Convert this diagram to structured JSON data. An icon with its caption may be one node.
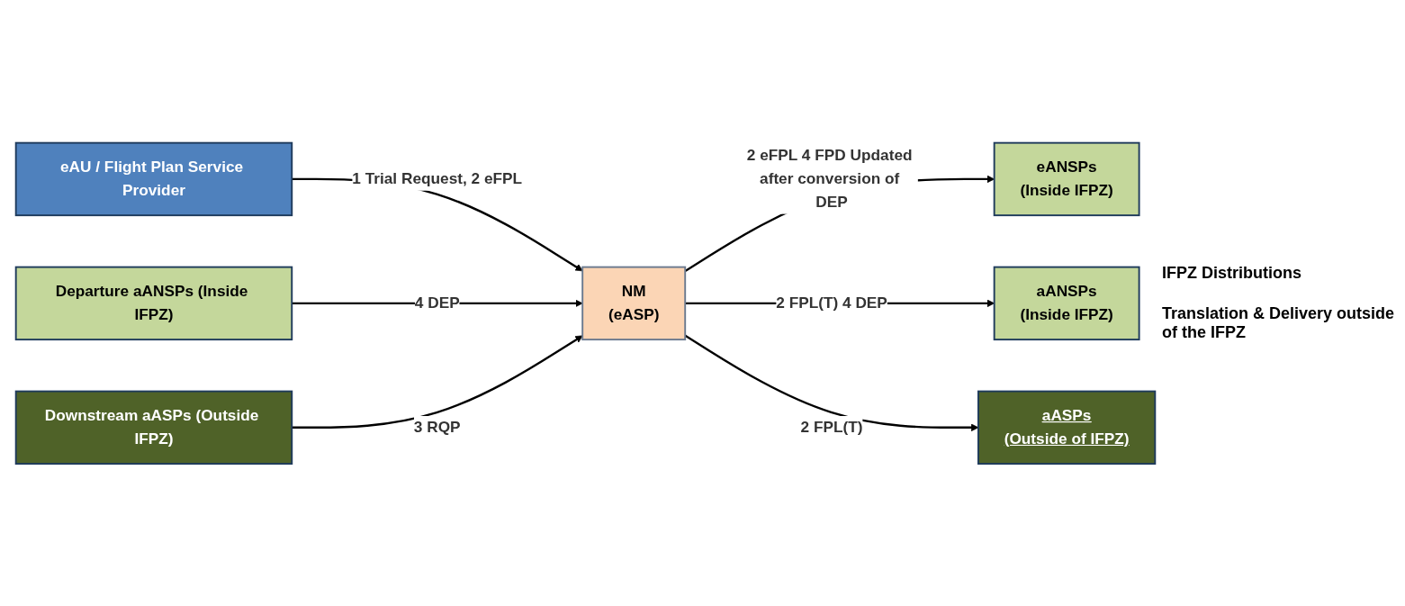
{
  "diagram": {
    "nodes": [
      {
        "text": [
          "eAU / Flight Plan Service Provider"
        ]
      },
      {
        "text": [
          "NM",
          "(eASP)"
        ]
      },
      {
        "text": [
          "Departure aANSPs (Inside IFPZ)"
        ]
      },
      {
        "text": [
          "Downstream aASPs (Outside IFPZ)"
        ]
      },
      {
        "text": [
          "eANSPs",
          "(Inside IFPZ)"
        ]
      },
      {
        "text": [
          "aANSPs",
          "(Inside IFPZ)"
        ]
      },
      {
        "text": [
          "aASPs",
          "(Outside of IFPZ)"
        ]
      }
    ],
    "edges": [
      {
        "from": 0,
        "to": 1,
        "arrow": "to",
        "label": "1 Trial Request, 2 eFPL"
      },
      {
        "from": 2,
        "to": 1,
        "arrow": "to",
        "label": "4 DEP"
      },
      {
        "from": 3,
        "to": 1,
        "arrow": "to",
        "label": "3 RQP"
      },
      {
        "from": 1,
        "to": 4,
        "arrow": "to",
        "label": "2 eFPL 4 FPD Updated after conversion of DEP"
      },
      {
        "from": 1,
        "to": 5,
        "arrow": "to",
        "label": "2 FPL(T) 4 DEP"
      },
      {
        "from": 1,
        "to": 6,
        "arrow": "to",
        "label": "2 FPL(T)"
      }
    ],
    "labels": [
      "IFPZ Distributions",
      "Translation & Delivery outside of the IFPZ"
    ]
  }
}
